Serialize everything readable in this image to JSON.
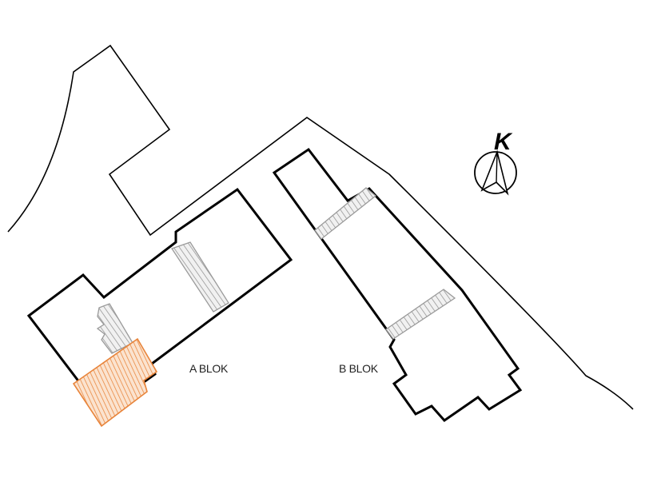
{
  "labels": {
    "block_a": "A BLOK",
    "block_b": "B BLOK"
  },
  "north_arrow": {
    "letter": "K",
    "icon": "north-arrow-icon"
  },
  "colors": {
    "outline": "#000000",
    "connector_hatch": "#9a9a9a",
    "highlight_hatch": "#e8843a"
  }
}
